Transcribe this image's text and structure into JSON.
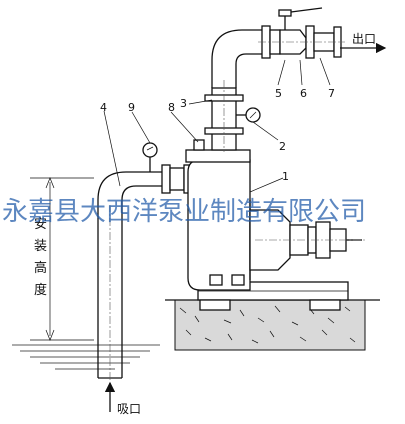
{
  "callouts": [
    "1",
    "2",
    "3",
    "4",
    "5",
    "6",
    "7",
    "8",
    "9"
  ],
  "outlet_label": "出口",
  "inlet_label": "吸口",
  "install_height_label": "安装高度",
  "watermark": "永嘉县大西洋泵业制造有限公司"
}
